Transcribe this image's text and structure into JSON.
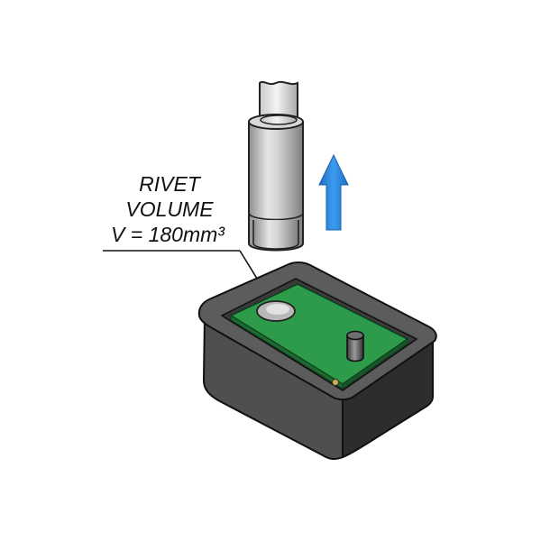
{
  "annotation": {
    "line1": "RIVET",
    "line2": "VOLUME",
    "line3": "V = 180mm³"
  },
  "colors": {
    "pcb_green": "#2e9b4a",
    "housing_dark": "#4a4a4a",
    "arrow_blue": "#2a86e0",
    "tool_gray": "#bdbdbd"
  },
  "motion_arrow": {
    "direction": "up"
  },
  "icons": [
    "up-arrow-icon"
  ]
}
